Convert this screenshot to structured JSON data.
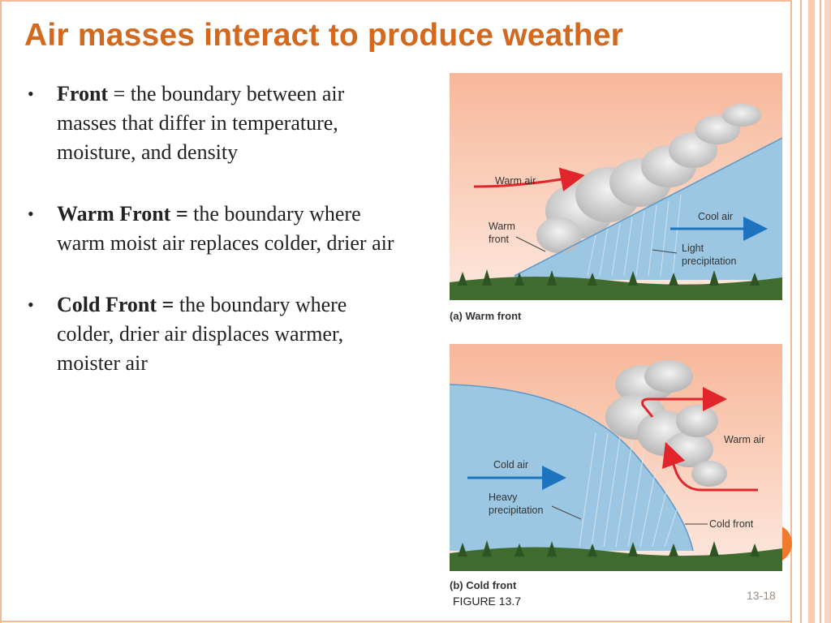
{
  "slide": {
    "title": "Air masses interact to produce weather",
    "bullets": [
      {
        "term": "Front",
        "rest": " = the boundary between air masses that differ in temperature, moisture, and density"
      },
      {
        "term": "Warm Front =",
        "rest": " the boundary where warm moist air replaces colder, drier air"
      },
      {
        "term": "Cold Front =",
        "rest": " the boundary where colder, drier air displaces warmer, moister air"
      }
    ],
    "figure_label": "FIGURE 13.7",
    "page_number": "13-18"
  },
  "warm_front": {
    "caption": "(a) Warm front",
    "labels": {
      "warm_air": "Warm air",
      "warm_front_1": "Warm",
      "warm_front_2": "front",
      "cool_air": "Cool air",
      "light_precip_1": "Light",
      "light_precip_2": "precipitation"
    }
  },
  "cold_front": {
    "caption": "(b) Cold front",
    "labels": {
      "cold_air": "Cold air",
      "warm_air": "Warm air",
      "heavy_precip_1": "Heavy",
      "heavy_precip_2": "precipitation",
      "cold_front": "Cold front"
    }
  },
  "colors": {
    "title": "#d2691e",
    "warm_arrow": "#e0262b",
    "cool_arrow": "#1e73be",
    "cold_air_fill": "#9cc7e3",
    "sky_top": "#f7b79a"
  }
}
